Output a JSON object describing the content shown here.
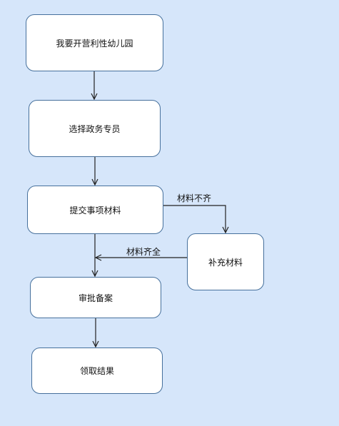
{
  "nodes": {
    "start": "我要开营利性幼儿园",
    "choose": "选择政务专员",
    "submit": "提交事项材料",
    "supplement": "补充材料",
    "review": "审批备案",
    "result": "领取结果"
  },
  "edges": {
    "incomplete": "材料不齐",
    "complete": "材料齐全"
  },
  "colors": {
    "background": "#d6e6fa",
    "node_fill": "#ffffff",
    "node_border": "#46709c",
    "connector": "#222222"
  }
}
